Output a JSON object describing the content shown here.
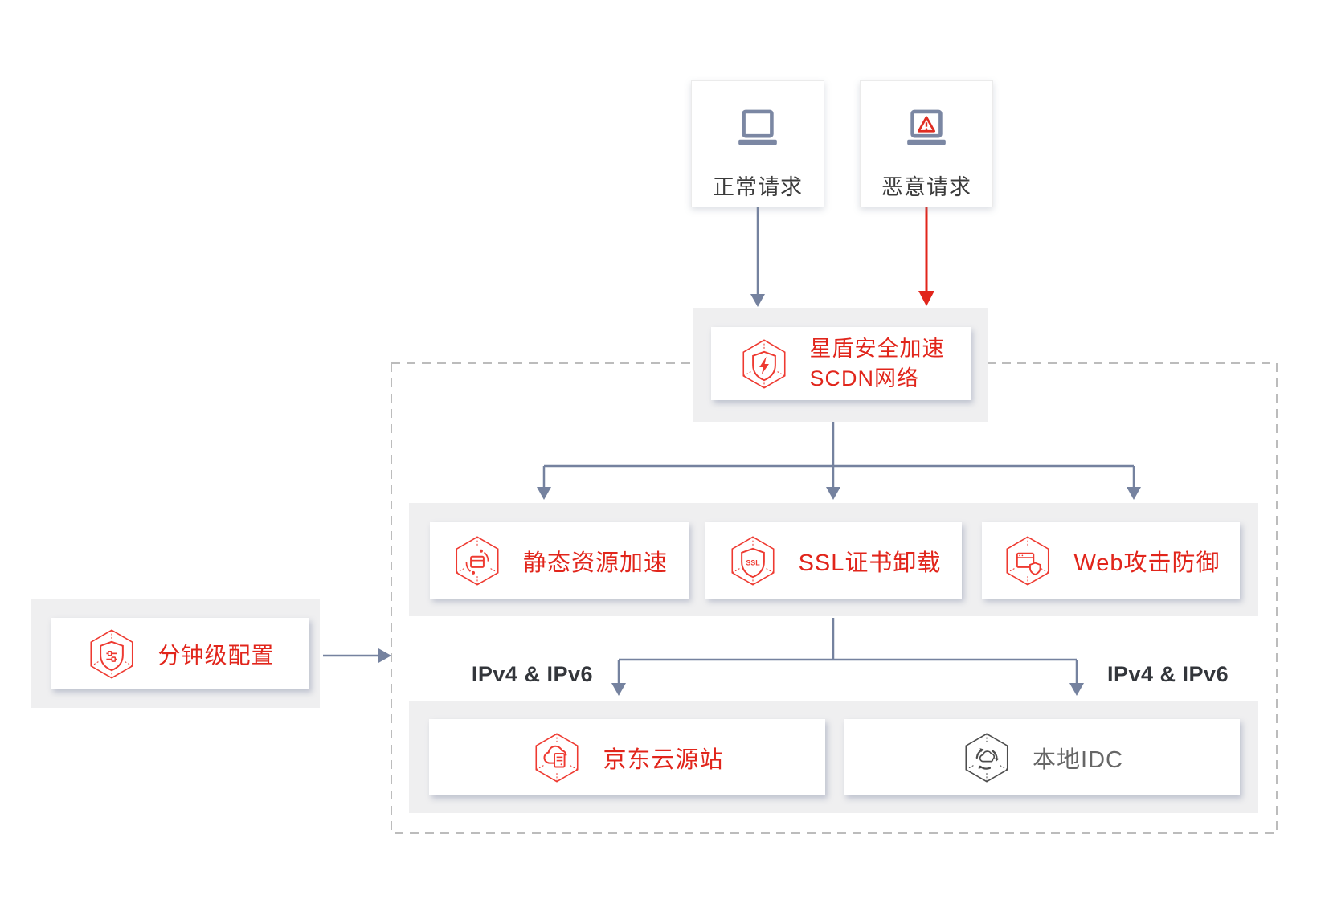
{
  "clients": {
    "normal": {
      "label": "正常请求"
    },
    "malicious": {
      "label": "恶意请求"
    }
  },
  "scdn": {
    "line1": "星盾安全加速",
    "line2": "SCDN网络"
  },
  "services": [
    {
      "label": "静态资源加速",
      "icon": "static-resource-hexagon-icon"
    },
    {
      "label": "SSL证书卸载",
      "icon": "ssl-certificate-hexagon-icon",
      "icon_text": "SSL"
    },
    {
      "label": "Web攻击防御",
      "icon": "web-attack-shield-hexagon-icon"
    }
  ],
  "config": {
    "label": "分钟级配置"
  },
  "network": {
    "left": "IPv4 & IPv6",
    "right": "IPv4 & IPv6"
  },
  "origins": {
    "jd": {
      "label": "京东云源站"
    },
    "idc": {
      "label": "本地IDC"
    }
  },
  "colors": {
    "accent_red": "#e1251b",
    "icon_red": "#ee3a31",
    "line_blue_gray": "#75829f",
    "laptop_blue_gray": "#7b87a3",
    "band_gray": "#efeff0",
    "dashed_border_gray": "#bcbcbc",
    "text_dark": "#3b3b3b",
    "text_gray": "#666666"
  }
}
